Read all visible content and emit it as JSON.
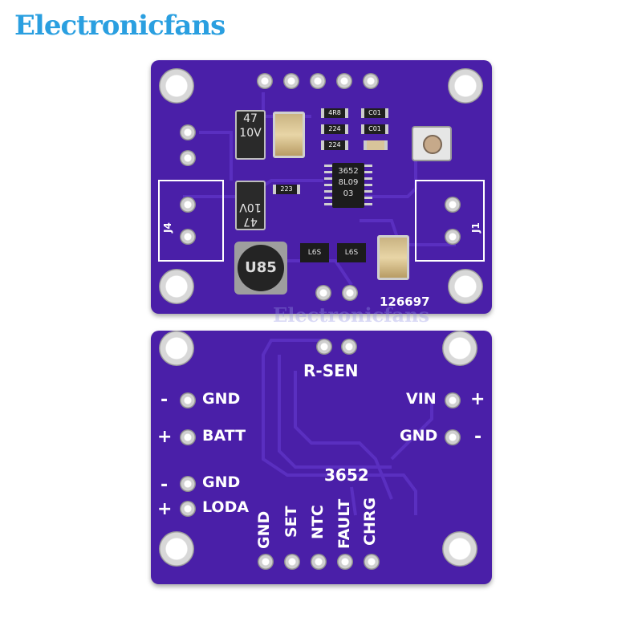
{
  "brand": "Electronicfans",
  "watermark": "Electronicfans",
  "colors": {
    "pcb": "#4a1fa8",
    "silkscreen": "#ffffff",
    "brand": "#2a9fe0",
    "trace": "#5a2fc0"
  },
  "top_board": {
    "cap_47_10v_a": [
      "47",
      "10V"
    ],
    "cap_47_10v_b": [
      "47",
      "10V"
    ],
    "inductor": "U85",
    "ic": [
      "3652",
      "8L09",
      "03"
    ],
    "resistors": [
      "4R8",
      "C01",
      "224",
      "C01",
      "224",
      "223"
    ],
    "transistors": [
      "L6S",
      "L6S"
    ],
    "connector_left": "J4",
    "connector_right": "J1",
    "serial": "126697"
  },
  "bottom_board": {
    "rsen": "R-SEN",
    "chip": "3652",
    "left_pins": [
      {
        "sign": "-",
        "label": "GND"
      },
      {
        "sign": "+",
        "label": "BATT"
      },
      {
        "sign": "-",
        "label": "GND"
      },
      {
        "sign": "+",
        "label": "LODA"
      }
    ],
    "right_pins": [
      {
        "label": "VIN",
        "sign": "+"
      },
      {
        "label": "GND",
        "sign": "-"
      }
    ],
    "bottom_pins": [
      "GND",
      "SET",
      "NTC",
      "FAULT",
      "CHRG"
    ]
  }
}
